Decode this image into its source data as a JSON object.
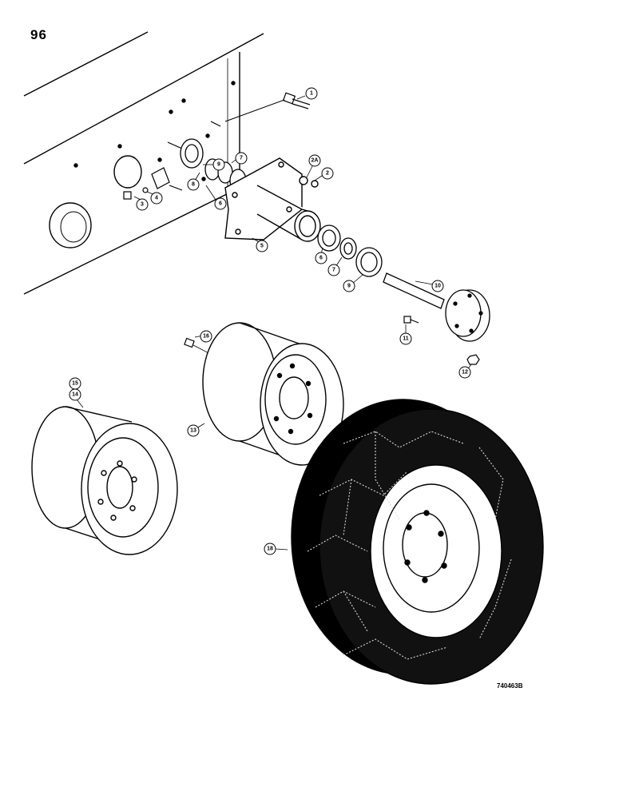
{
  "page_number": "96",
  "figure_code": "740463B",
  "callouts": [
    {
      "id": "c1",
      "label": "1"
    },
    {
      "id": "c2",
      "label": "2"
    },
    {
      "id": "c2a",
      "label": "2A"
    },
    {
      "id": "c3",
      "label": "3"
    },
    {
      "id": "c4",
      "label": "4"
    },
    {
      "id": "c5",
      "label": "5"
    },
    {
      "id": "c6a",
      "label": "6"
    },
    {
      "id": "c6b",
      "label": "6"
    },
    {
      "id": "c7a",
      "label": "7"
    },
    {
      "id": "c7b",
      "label": "7"
    },
    {
      "id": "c8",
      "label": "8"
    },
    {
      "id": "c9a",
      "label": "9"
    },
    {
      "id": "c9b",
      "label": "9"
    },
    {
      "id": "c10",
      "label": "10"
    },
    {
      "id": "c11",
      "label": "11"
    },
    {
      "id": "c12",
      "label": "12"
    },
    {
      "id": "c13",
      "label": "13"
    },
    {
      "id": "c14",
      "label": "14"
    },
    {
      "id": "c15",
      "label": "15"
    },
    {
      "id": "c16",
      "label": "16"
    },
    {
      "id": "c18",
      "label": "18"
    }
  ]
}
